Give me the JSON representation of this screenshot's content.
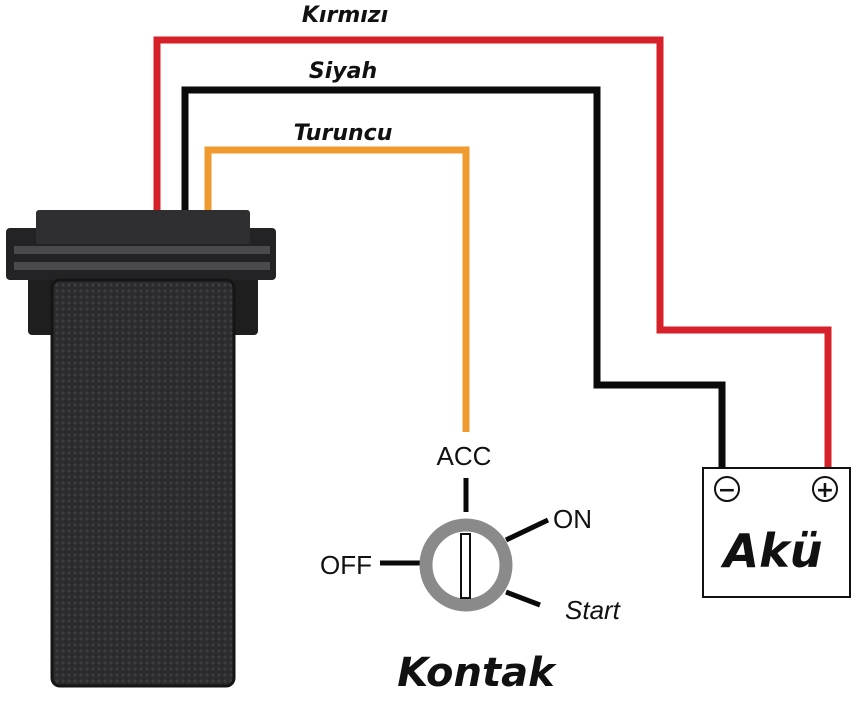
{
  "wires": {
    "red": {
      "label": "Kırmızı",
      "color": "#d6202a"
    },
    "black": {
      "label": "Siyah",
      "color": "#0a0a0a"
    },
    "orange": {
      "label": "Turuncu",
      "color": "#ef9a2f"
    }
  },
  "ignition": {
    "title": "Kontak",
    "positions": {
      "acc": "ACC",
      "on": "ON",
      "off": "OFF",
      "start": "Start"
    },
    "ring_color": "#8a8a8a"
  },
  "battery": {
    "label": "Akü",
    "negative": "−",
    "positive": "+"
  },
  "device": {
    "color": "#2a2a2a"
  }
}
